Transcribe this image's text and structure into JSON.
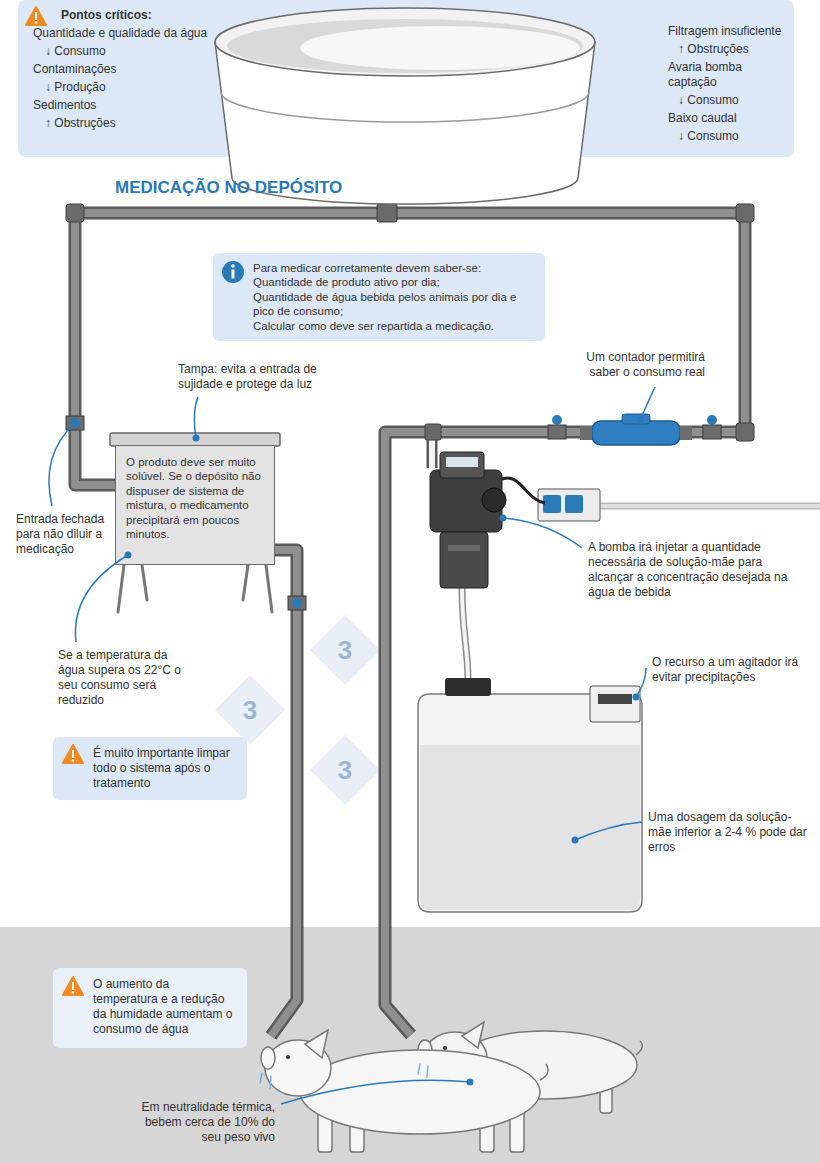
{
  "diagram": {
    "title": "MEDICAÇÃO NO DEPÓSITO",
    "nodes": [
      {
        "text": [
          "Pontos críticos:",
          "Quantidade e qualidade da água",
          "↓ Consumo",
          "Contaminações",
          "↓ Produção",
          "Sedimentos",
          "↑ Obstruções",
          "Filtragem insuficiente",
          "↑ Obstruções",
          "Avaria bomba captação",
          "↓ Consumo",
          "Baixo caudal",
          "↓ Consumo"
        ]
      },
      {
        "text": [
          "Para medicar corretamente devem saber-se:",
          "Quantidade de produto ativo por dia;",
          "Quantidade de água bebida pelos animais por dia e pico de consumo;",
          "Calcular como deve ser repartida a medicação."
        ]
      },
      {
        "text": [
          "O produto deve ser muito solúvel. Se o depósito não dispuser de sistema de mistura, o medicamento precipitará em poucos minutos."
        ]
      },
      {
        "text": [
          "É muito importante limpar todo o sistema após o tratamento"
        ]
      },
      {
        "text": [
          "O aumento da temperatura e a redução da humidade aumentam o consumo de água"
        ]
      }
    ],
    "labels": [
      "Um contador permitirá saber o consumo real",
      "Tampa: evita a entrada de sujidade e protege da luz",
      "Entrada fechada para não diluir a medicação",
      "Se a temperatura da água supera os 22°C o seu consumo será reduzido",
      "A bomba irá injetar a quantidade necessária de solução-mãe para alcançar a concentração desejada na água de bebida",
      "O recurso a um agitador irá evitar precipitações",
      "Uma dosagem da solução-mãe inferior a 2-4 % pode dar erros",
      "Em neutralidade térmica, bebem cerca de 10% do seu peso vivo",
      "3",
      "3",
      "3"
    ]
  }
}
